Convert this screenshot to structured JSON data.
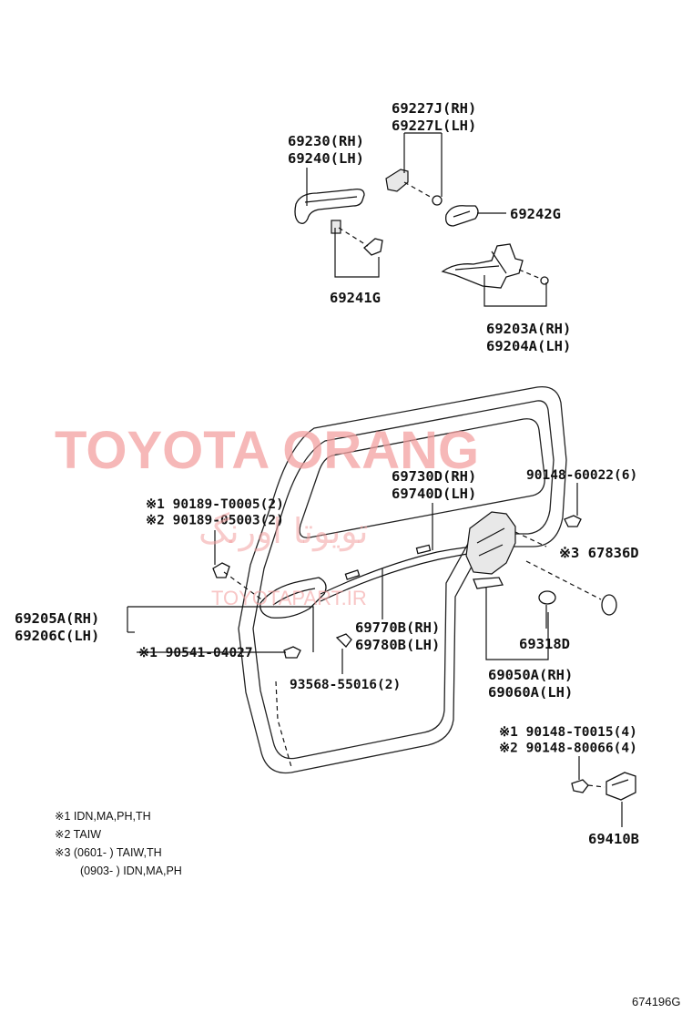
{
  "labels": {
    "p69227": "69227J(RH)\n69227L(LH)",
    "p69230": "69230(RH)\n69240(LH)",
    "p69242": "69242G",
    "p69241": "69241G",
    "p69203": "69203A(RH)\n69204A(LH)",
    "p69730": "69730D(RH)\n69740D(LH)",
    "p90148a": "90148-60022(6)",
    "p90189": "※1 90189-T0005(2)\n※2 90189-05003(2)",
    "p67836": "※3 67836D",
    "p69205": "69205A(RH)\n69206C(LH)",
    "p69770": "69770B(RH)\n69780B(LH)",
    "p69318": "69318D",
    "p90541": "※1 90541-04027",
    "p93568": "93568-55016(2)",
    "p69050": "69050A(RH)\n69060A(LH)",
    "p90148b": "※1 90148-T0015(4)\n※2 90148-80066(4)",
    "p69410": "69410B"
  },
  "notes": [
    "※1 IDN,MA,PH,TH",
    "※2 TAIW",
    "※3 (0601-      ) TAIW,TH",
    "(0903-      ) IDN,MA,PH"
  ],
  "watermark": {
    "main": "TOYOTA ORANG",
    "farsi": "تویوتا اورنگ",
    "url": "TOYOTAPART.IR"
  },
  "figure_code": "674196G"
}
